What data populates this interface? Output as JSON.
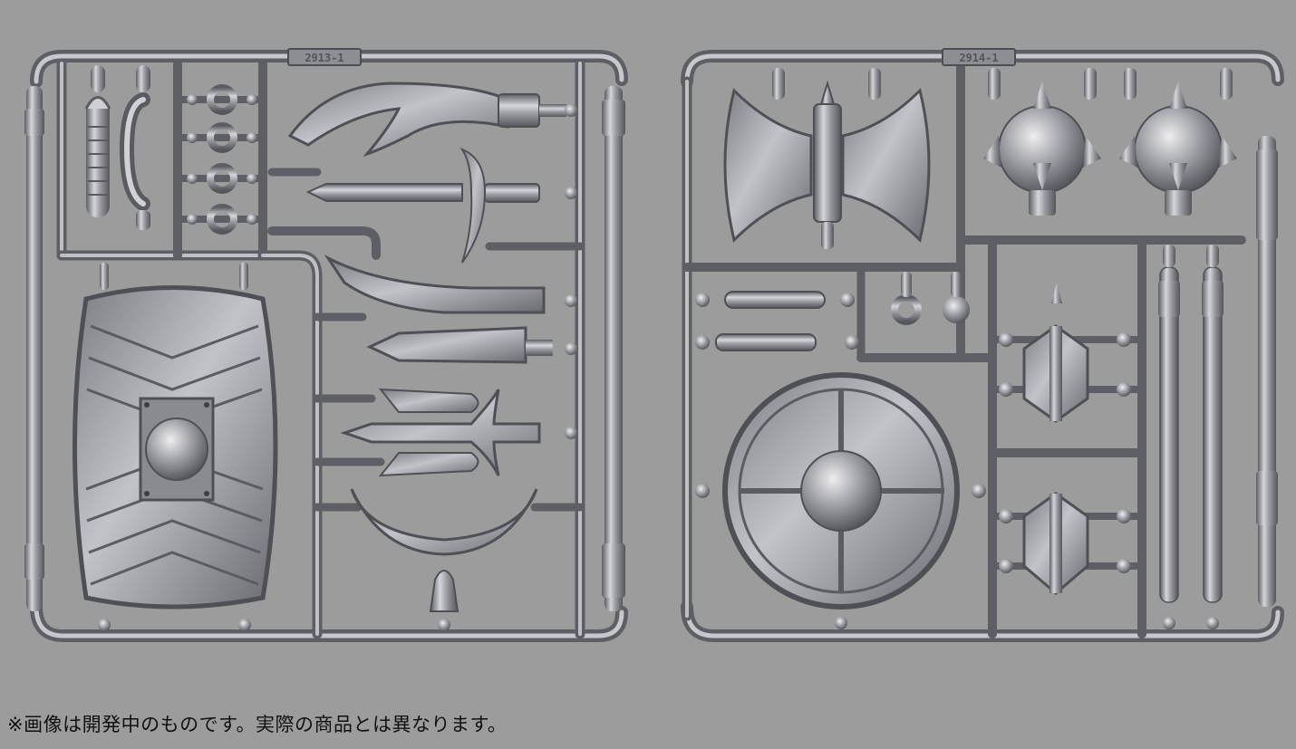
{
  "photo": {
    "background": "#9c9c9c",
    "metal_color": "#8f9095",
    "highlight_color": "#d9dade",
    "shadow_color": "#5a5b60"
  },
  "sprue_left": {
    "label": "2913-1"
  },
  "sprue_right": {
    "label": "2914-1"
  },
  "caption": {
    "text": "※画像は開発中のものです。実際の商品とは異なります。"
  }
}
